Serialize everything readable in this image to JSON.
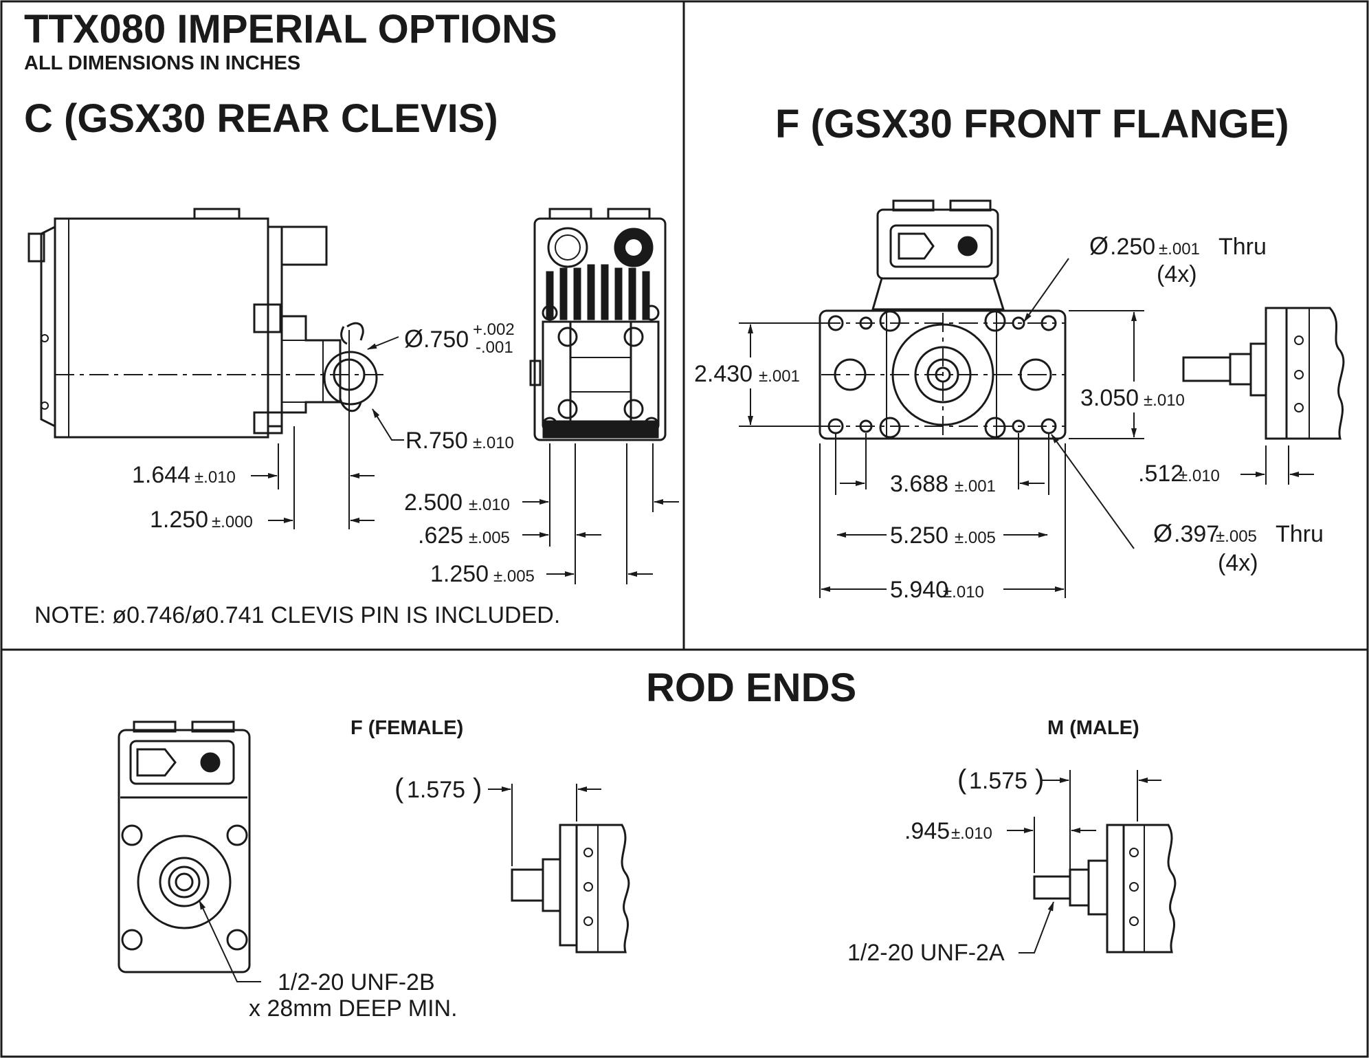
{
  "header": {
    "title": "TTX080 IMPERIAL OPTIONS",
    "subtitle": "ALL DIMENSIONS IN INCHES"
  },
  "clevis": {
    "title": "C (GSX30 REAR CLEVIS)",
    "pin_dia": ".750",
    "pin_tol_plus": "+.002",
    "pin_tol_minus": "-.001",
    "radius": "R.750",
    "radius_tol": "±.010",
    "dims": [
      {
        "value": "1.644",
        "tol": "±.010"
      },
      {
        "value": "1.250",
        "tol": "±.000"
      },
      {
        "value": "2.500",
        "tol": "±.010"
      },
      {
        "value": ".625",
        "tol": "±.005"
      },
      {
        "value": "1.250",
        "tol": "±.005"
      }
    ],
    "note": "NOTE: ø0.746/ø0.741 CLEVIS PIN IS INCLUDED."
  },
  "flange": {
    "title": "F (GSX30 FRONT FLANGE)",
    "small_hole": ".250",
    "small_hole_tol": "±.001",
    "small_hole_suffix": "Thru",
    "small_hole_count": "(4x)",
    "large_hole": ".397",
    "large_hole_tol": "±.005",
    "large_hole_suffix": "Thru",
    "large_hole_count": "(4x)",
    "dims": [
      {
        "value": "2.430",
        "tol": "±.001"
      },
      {
        "value": "3.050",
        "tol": "±.010"
      },
      {
        "value": "3.688",
        "tol": "±.001"
      },
      {
        "value": "5.250",
        "tol": "±.005"
      },
      {
        "value": "5.940",
        "tol": "±.010"
      },
      {
        "value": ".512",
        "tol": "±.010"
      }
    ]
  },
  "rod_ends": {
    "title": "ROD ENDS",
    "female_label": "F (FEMALE)",
    "male_label": "M (MALE)",
    "female_dim": "1.575",
    "male_dim": "1.575",
    "male_dim2": ".945",
    "male_dim2_tol": "±.010",
    "female_thread_line1": "1/2-20 UNF-2B",
    "female_thread_line2": "x 28mm DEEP MIN.",
    "male_thread": "1/2-20 UNF-2A"
  }
}
